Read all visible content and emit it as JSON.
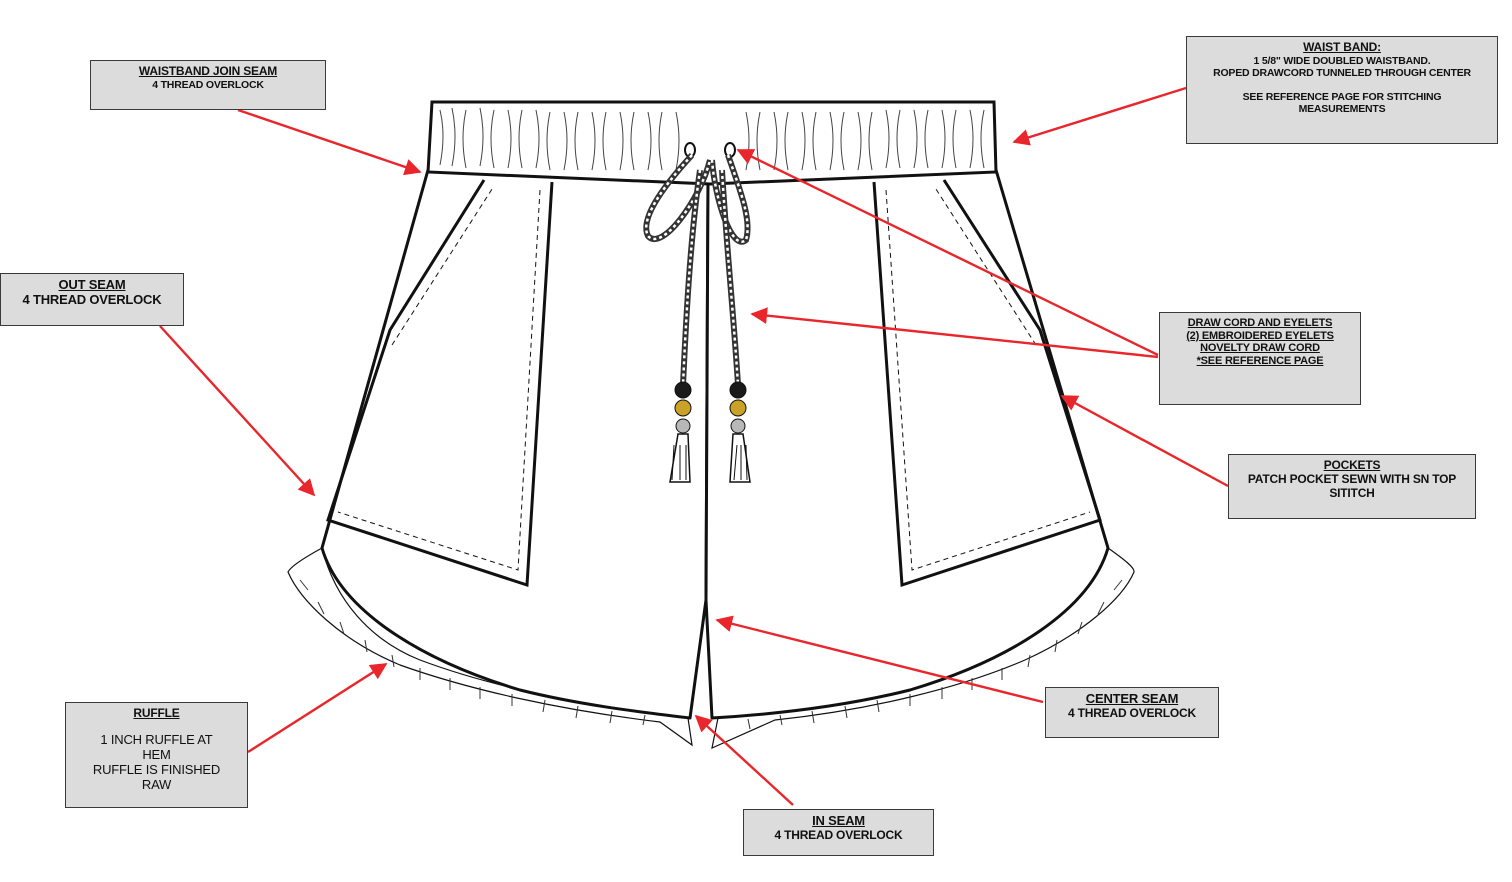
{
  "callouts": {
    "waistband_join": {
      "title": "WAISTBAND JOIN SEAM",
      "lines": [
        "4 THREAD OVERLOCK"
      ]
    },
    "waist_band": {
      "title": "WAIST BAND:",
      "lines": [
        "1 5/8\" WIDE DOUBLED WAISTBAND.",
        "ROPED DRAWCORD TUNNELED THROUGH CENTER",
        "",
        "SEE REFERENCE PAGE FOR STITCHING",
        "MEASUREMENTS"
      ]
    },
    "out_seam": {
      "title": "OUT SEAM",
      "lines": [
        "4 THREAD OVERLOCK"
      ]
    },
    "draw_cord": {
      "title": "DRAW CORD AND EYELETS",
      "lines": [
        "(2) EMBROIDERED EYELETS",
        "NOVELTY DRAW CORD",
        "*SEE REFERENCE PAGE"
      ]
    },
    "pockets": {
      "title": "POCKETS",
      "lines": [
        "PATCH POCKET SEWN WITH SN TOP",
        "SITITCH"
      ]
    },
    "ruffle": {
      "title": "RUFFLE",
      "lines": [
        "1 INCH RUFFLE AT",
        "HEM",
        "RUFFLE IS FINISHED",
        "RAW"
      ]
    },
    "center_seam": {
      "title": "CENTER SEAM",
      "lines": [
        "4 THREAD OVERLOCK"
      ]
    },
    "in_seam": {
      "title": "IN SEAM",
      "lines": [
        "4 THREAD OVERLOCK"
      ]
    }
  },
  "colors": {
    "arrow": "#e8262b",
    "ink": "#111111",
    "box_fill": "#dcdcdc",
    "bead_black": "#1a1a1a",
    "bead_gold": "#c9a227",
    "bead_silver": "#b8b8b8"
  }
}
